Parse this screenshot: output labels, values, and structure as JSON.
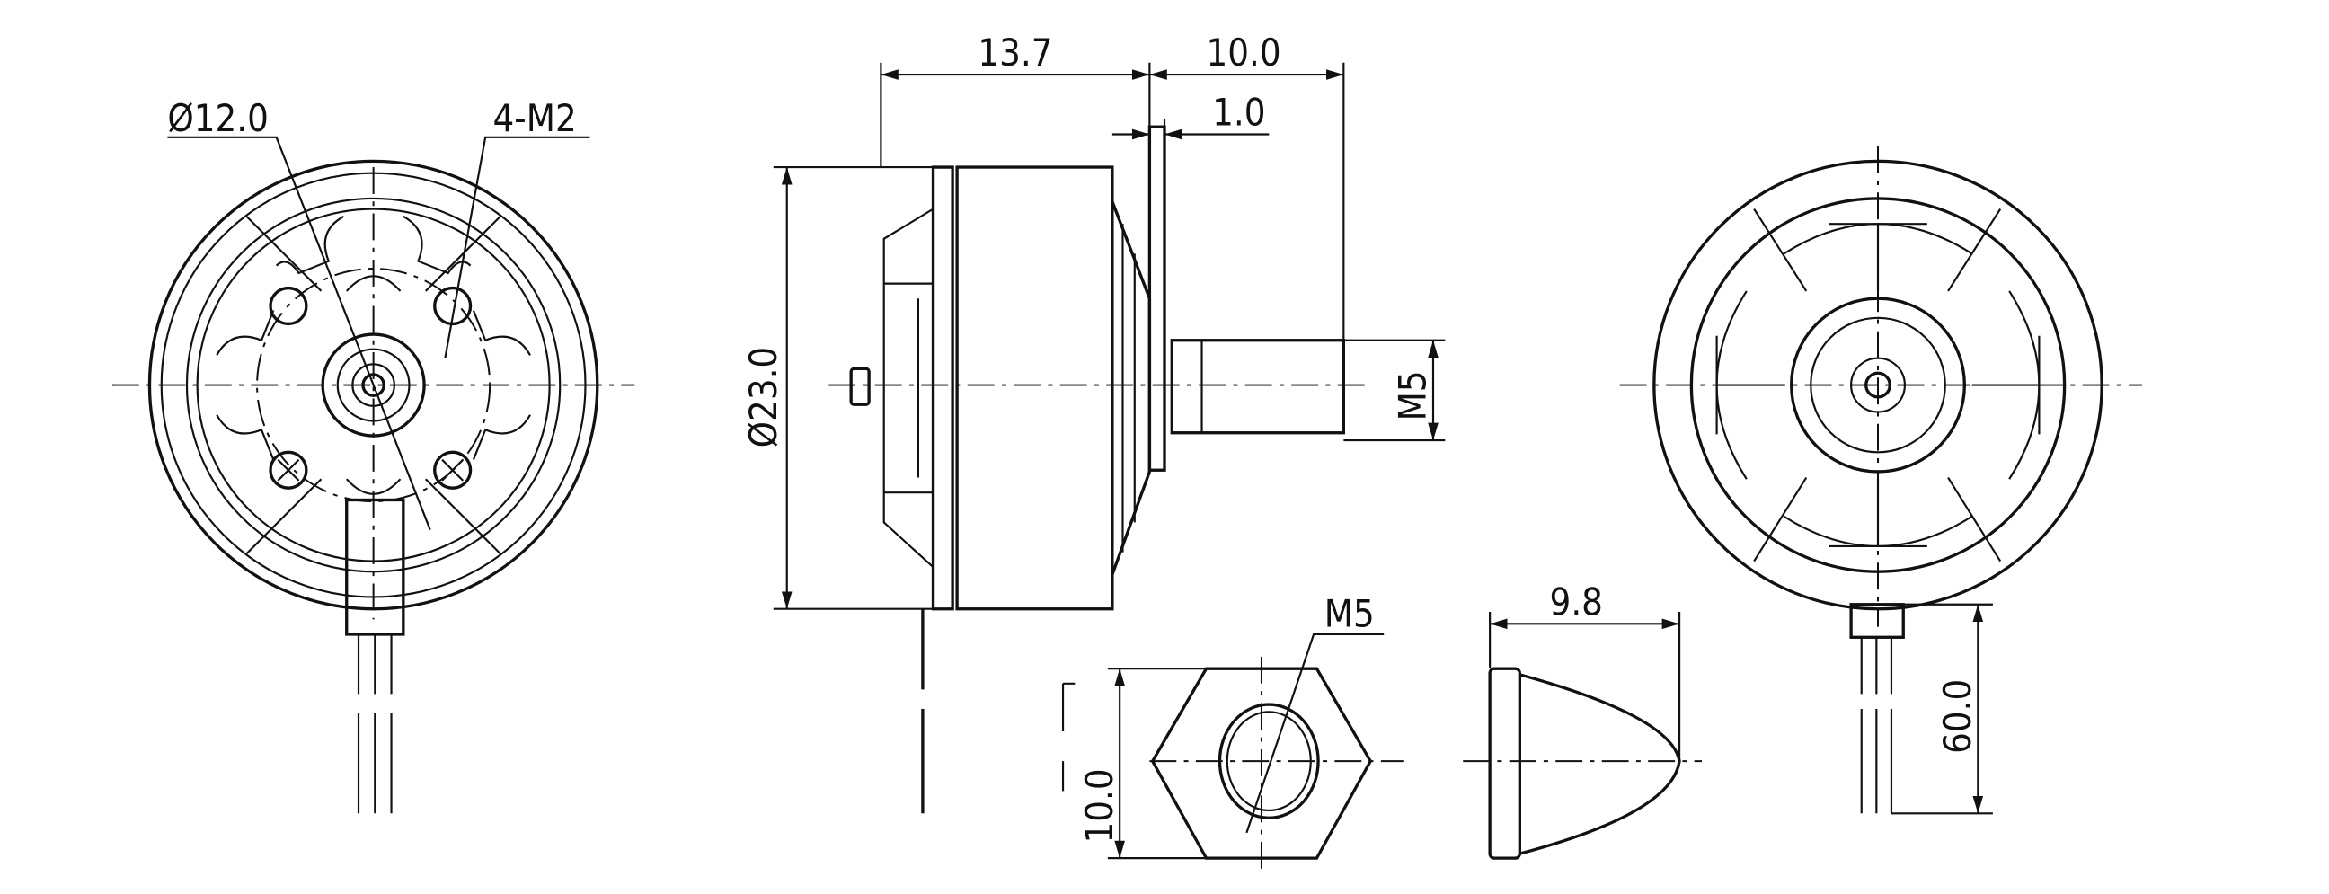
{
  "drawing": {
    "front_view": {
      "hub_diameter_label": "Ø12.0",
      "mount_holes_label": "4-M2"
    },
    "side_view": {
      "length_label": "13.7",
      "shaft_length_label": "10.0",
      "collar_label": "1.0",
      "diameter_label": "Ø23.0",
      "shaft_thread_label": "M5"
    },
    "nut_view": {
      "thread_label": "M5",
      "width_label": "10.0"
    },
    "cap_view": {
      "length_label": "9.8"
    },
    "rear_view": {
      "wire_length_label": "60.0"
    }
  }
}
